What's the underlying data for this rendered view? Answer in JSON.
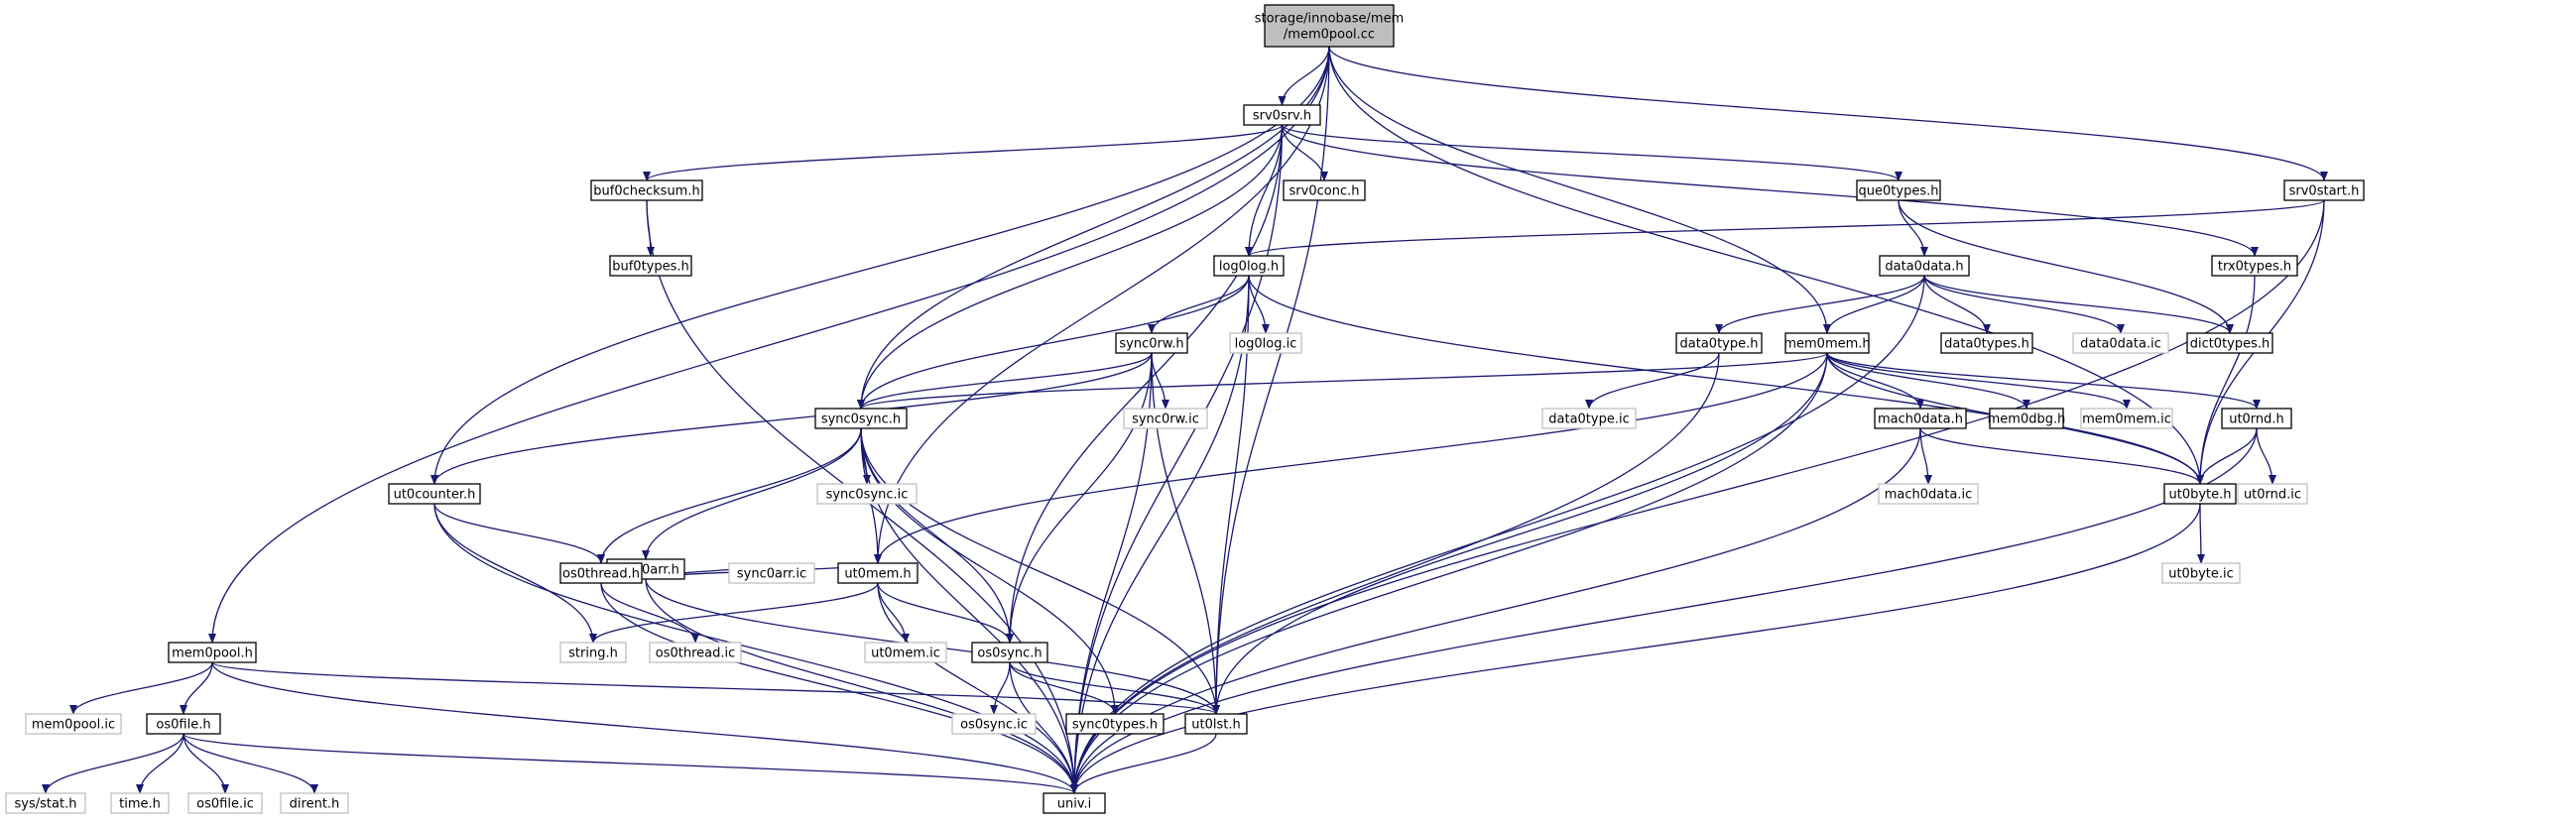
{
  "diagram": {
    "colors": {
      "edge": "#191970",
      "root_fill": "#bfbfbf",
      "header_border": "#000000",
      "inline_border": "#bfbfbf",
      "background": "#ffffff"
    },
    "nodes": [
      {
        "id": "root",
        "lines": [
          "storage/innobase/mem",
          "/mem0pool.cc"
        ],
        "kind": "root"
      },
      {
        "id": "srv0srv",
        "lines": [
          "srv0srv.h"
        ],
        "kind": "header"
      },
      {
        "id": "srv0start",
        "lines": [
          "srv0start.h"
        ],
        "kind": "header"
      },
      {
        "id": "mem0pool_h",
        "lines": [
          "mem0pool.h"
        ],
        "kind": "header"
      },
      {
        "id": "buf0checksum",
        "lines": [
          "buf0checksum.h"
        ],
        "kind": "header"
      },
      {
        "id": "srv0conc",
        "lines": [
          "srv0conc.h"
        ],
        "kind": "header"
      },
      {
        "id": "que0types",
        "lines": [
          "que0types.h"
        ],
        "kind": "header"
      },
      {
        "id": "buf0types",
        "lines": [
          "buf0types.h"
        ],
        "kind": "header"
      },
      {
        "id": "log0log",
        "lines": [
          "log0log.h"
        ],
        "kind": "header"
      },
      {
        "id": "data0data",
        "lines": [
          "data0data.h"
        ],
        "kind": "header"
      },
      {
        "id": "trx0types",
        "lines": [
          "trx0types.h"
        ],
        "kind": "header"
      },
      {
        "id": "sync0rw",
        "lines": [
          "sync0rw.h"
        ],
        "kind": "header"
      },
      {
        "id": "log0log_ic",
        "lines": [
          "log0log.ic"
        ],
        "kind": "inline"
      },
      {
        "id": "data0type",
        "lines": [
          "data0type.h"
        ],
        "kind": "header"
      },
      {
        "id": "mem0mem",
        "lines": [
          "mem0mem.h"
        ],
        "kind": "header"
      },
      {
        "id": "data0types",
        "lines": [
          "data0types.h"
        ],
        "kind": "header"
      },
      {
        "id": "data0data_ic",
        "lines": [
          "data0data.ic"
        ],
        "kind": "inline"
      },
      {
        "id": "dict0types",
        "lines": [
          "dict0types.h"
        ],
        "kind": "header"
      },
      {
        "id": "sync0sync",
        "lines": [
          "sync0sync.h"
        ],
        "kind": "header"
      },
      {
        "id": "sync0rw_ic",
        "lines": [
          "sync0rw.ic"
        ],
        "kind": "inline"
      },
      {
        "id": "data0type_ic",
        "lines": [
          "data0type.ic"
        ],
        "kind": "inline"
      },
      {
        "id": "mach0data",
        "lines": [
          "mach0data.h"
        ],
        "kind": "header"
      },
      {
        "id": "mem0dbg",
        "lines": [
          "mem0dbg.h"
        ],
        "kind": "header"
      },
      {
        "id": "mem0mem_ic",
        "lines": [
          "mem0mem.ic"
        ],
        "kind": "inline"
      },
      {
        "id": "ut0rnd",
        "lines": [
          "ut0rnd.h"
        ],
        "kind": "header"
      },
      {
        "id": "ut0counter",
        "lines": [
          "ut0counter.h"
        ],
        "kind": "header"
      },
      {
        "id": "sync0sync_ic",
        "lines": [
          "sync0sync.ic"
        ],
        "kind": "inline"
      },
      {
        "id": "mach0data_ic",
        "lines": [
          "mach0data.ic"
        ],
        "kind": "inline"
      },
      {
        "id": "ut0byte",
        "lines": [
          "ut0byte.h"
        ],
        "kind": "header"
      },
      {
        "id": "ut0rnd_ic",
        "lines": [
          "ut0rnd.ic"
        ],
        "kind": "inline"
      },
      {
        "id": "sync0arr",
        "lines": [
          "sync0arr.h"
        ],
        "kind": "header"
      },
      {
        "id": "os0thread",
        "lines": [
          "os0thread.h"
        ],
        "kind": "header"
      },
      {
        "id": "sync0arr_ic",
        "lines": [
          "sync0arr.ic"
        ],
        "kind": "inline"
      },
      {
        "id": "ut0mem",
        "lines": [
          "ut0mem.h"
        ],
        "kind": "header"
      },
      {
        "id": "ut0byte_ic",
        "lines": [
          "ut0byte.ic"
        ],
        "kind": "inline"
      },
      {
        "id": "string_h",
        "lines": [
          "string.h"
        ],
        "kind": "inline"
      },
      {
        "id": "os0thread_ic",
        "lines": [
          "os0thread.ic"
        ],
        "kind": "inline"
      },
      {
        "id": "ut0mem_ic",
        "lines": [
          "ut0mem.ic"
        ],
        "kind": "inline"
      },
      {
        "id": "os0sync",
        "lines": [
          "os0sync.h"
        ],
        "kind": "header"
      },
      {
        "id": "mem0pool_ic",
        "lines": [
          "mem0pool.ic"
        ],
        "kind": "inline"
      },
      {
        "id": "os0file",
        "lines": [
          "os0file.h"
        ],
        "kind": "header"
      },
      {
        "id": "os0sync_ic",
        "lines": [
          "os0sync.ic"
        ],
        "kind": "inline"
      },
      {
        "id": "sync0types",
        "lines": [
          "sync0types.h"
        ],
        "kind": "header"
      },
      {
        "id": "ut0lst",
        "lines": [
          "ut0lst.h"
        ],
        "kind": "header"
      },
      {
        "id": "sys_stat",
        "lines": [
          "sys/stat.h"
        ],
        "kind": "inline"
      },
      {
        "id": "time_h",
        "lines": [
          "time.h"
        ],
        "kind": "inline"
      },
      {
        "id": "os0file_ic",
        "lines": [
          "os0file.ic"
        ],
        "kind": "inline"
      },
      {
        "id": "dirent_h",
        "lines": [
          "dirent.h"
        ],
        "kind": "inline"
      },
      {
        "id": "univ_i",
        "lines": [
          "univ.i"
        ],
        "kind": "header"
      }
    ],
    "edges": [
      [
        "root",
        "srv0srv"
      ],
      [
        "root",
        "srv0start"
      ],
      [
        "root",
        "mem0pool_h"
      ],
      [
        "root",
        "sync0sync"
      ],
      [
        "root",
        "ut0counter"
      ],
      [
        "root",
        "ut0mem"
      ],
      [
        "root",
        "ut0lst"
      ],
      [
        "root",
        "mem0mem"
      ],
      [
        "root",
        "ut0byte"
      ],
      [
        "srv0srv",
        "buf0checksum"
      ],
      [
        "srv0srv",
        "srv0conc"
      ],
      [
        "srv0srv",
        "que0types"
      ],
      [
        "srv0srv",
        "trx0types"
      ],
      [
        "srv0srv",
        "log0log"
      ],
      [
        "srv0srv",
        "sync0sync"
      ],
      [
        "srv0srv",
        "os0sync"
      ],
      [
        "srv0srv",
        "univ_i"
      ],
      [
        "srv0start",
        "log0log"
      ],
      [
        "srv0start",
        "ut0byte"
      ],
      [
        "srv0start",
        "univ_i"
      ],
      [
        "buf0checksum",
        "buf0types"
      ],
      [
        "buf0checksum",
        "univ_i"
      ],
      [
        "que0types",
        "data0data"
      ],
      [
        "que0types",
        "dict0types"
      ],
      [
        "trx0types",
        "ut0byte"
      ],
      [
        "log0log",
        "sync0rw"
      ],
      [
        "log0log",
        "log0log_ic"
      ],
      [
        "log0log",
        "sync0sync"
      ],
      [
        "log0log",
        "ut0lst"
      ],
      [
        "log0log",
        "ut0byte"
      ],
      [
        "log0log",
        "univ_i"
      ],
      [
        "data0data",
        "data0type"
      ],
      [
        "data0data",
        "mem0mem"
      ],
      [
        "data0data",
        "data0types"
      ],
      [
        "data0data",
        "data0data_ic"
      ],
      [
        "data0data",
        "dict0types"
      ],
      [
        "data0data",
        "univ_i"
      ],
      [
        "data0type",
        "data0type_ic"
      ],
      [
        "data0type",
        "univ_i"
      ],
      [
        "mem0mem",
        "sync0sync"
      ],
      [
        "mem0mem",
        "mach0data"
      ],
      [
        "mem0mem",
        "mem0dbg"
      ],
      [
        "mem0mem",
        "mem0mem_ic"
      ],
      [
        "mem0mem",
        "ut0rnd"
      ],
      [
        "mem0mem",
        "ut0byte"
      ],
      [
        "mem0mem",
        "ut0mem"
      ],
      [
        "mem0mem",
        "ut0lst"
      ],
      [
        "mem0mem",
        "univ_i"
      ],
      [
        "sync0rw",
        "sync0sync"
      ],
      [
        "sync0rw",
        "sync0rw_ic"
      ],
      [
        "sync0rw",
        "ut0counter"
      ],
      [
        "sync0rw",
        "os0sync"
      ],
      [
        "sync0rw",
        "ut0lst"
      ],
      [
        "sync0rw",
        "univ_i"
      ],
      [
        "sync0sync",
        "sync0arr"
      ],
      [
        "sync0sync",
        "sync0sync_ic"
      ],
      [
        "sync0sync",
        "os0thread"
      ],
      [
        "sync0sync",
        "ut0mem"
      ],
      [
        "sync0sync",
        "os0sync"
      ],
      [
        "sync0sync",
        "sync0types"
      ],
      [
        "sync0sync",
        "ut0lst"
      ],
      [
        "sync0sync",
        "univ_i"
      ],
      [
        "mach0data",
        "mach0data_ic"
      ],
      [
        "mach0data",
        "ut0byte"
      ],
      [
        "mach0data",
        "univ_i"
      ],
      [
        "ut0rnd",
        "ut0rnd_ic"
      ],
      [
        "ut0rnd",
        "ut0byte"
      ],
      [
        "ut0rnd",
        "univ_i"
      ],
      [
        "ut0byte",
        "ut0byte_ic"
      ],
      [
        "ut0byte",
        "univ_i"
      ],
      [
        "ut0counter",
        "os0thread"
      ],
      [
        "ut0counter",
        "string_h"
      ],
      [
        "ut0counter",
        "univ_i"
      ],
      [
        "sync0arr",
        "os0thread"
      ],
      [
        "sync0arr",
        "sync0arr_ic"
      ],
      [
        "sync0arr",
        "ut0mem"
      ],
      [
        "sync0arr",
        "ut0lst"
      ],
      [
        "sync0arr",
        "univ_i"
      ],
      [
        "os0thread",
        "os0thread_ic"
      ],
      [
        "os0thread",
        "univ_i"
      ],
      [
        "ut0mem",
        "string_h"
      ],
      [
        "ut0mem",
        "ut0mem_ic"
      ],
      [
        "ut0mem",
        "os0sync"
      ],
      [
        "ut0mem",
        "univ_i"
      ],
      [
        "os0sync",
        "os0sync_ic"
      ],
      [
        "os0sync",
        "sync0types"
      ],
      [
        "os0sync",
        "ut0lst"
      ],
      [
        "os0sync",
        "univ_i"
      ],
      [
        "mem0pool_h",
        "mem0pool_ic"
      ],
      [
        "mem0pool_h",
        "os0file"
      ],
      [
        "mem0pool_h",
        "ut0lst"
      ],
      [
        "mem0pool_h",
        "univ_i"
      ],
      [
        "os0file",
        "sys_stat"
      ],
      [
        "os0file",
        "time_h"
      ],
      [
        "os0file",
        "os0file_ic"
      ],
      [
        "os0file",
        "dirent_h"
      ],
      [
        "os0file",
        "univ_i"
      ],
      [
        "ut0lst",
        "univ_i"
      ]
    ]
  }
}
